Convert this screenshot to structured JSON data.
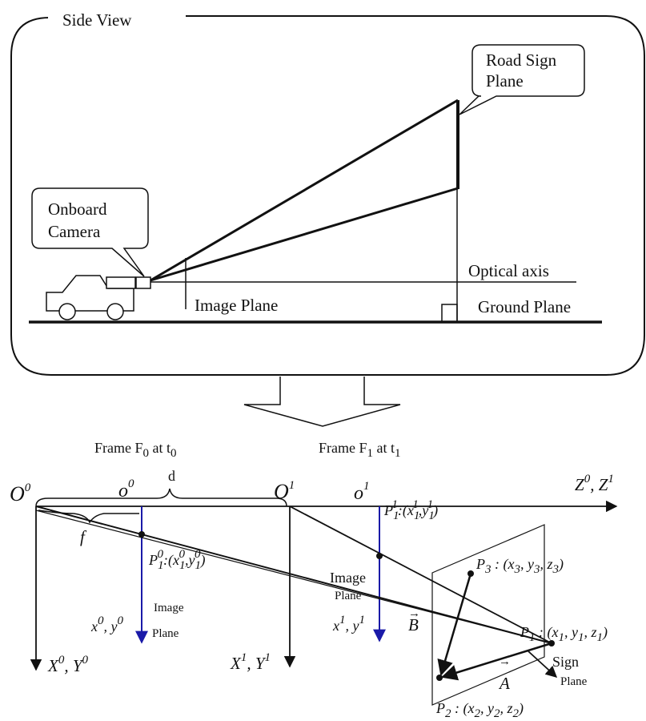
{
  "side_view": {
    "title": "Side View",
    "road_sign_line1": "Road Sign",
    "road_sign_line2": "Plane",
    "camera_line1": "Onboard",
    "camera_line2": "Camera",
    "optical_axis": "Optical axis",
    "image_plane": "Image Plane",
    "ground_plane": "Ground Plane"
  },
  "geometry": {
    "frame0_prefix": "Frame F",
    "frame0_sub": "0",
    "frame0_at": " at t",
    "frame0_tsub": "0",
    "frame1_prefix": "Frame F",
    "frame1_sub": "1",
    "frame1_at": " at t",
    "frame1_tsub": "1",
    "O0_base": "O",
    "O0_sup": "0",
    "o0_base": "o",
    "o0_sup": "0",
    "d_label": "d",
    "O1_base": "O",
    "O1_sup": "1",
    "o1_base": "o",
    "o1_sup": "1",
    "axis_Z": "Z",
    "axis_Z_sup0": "0",
    "axis_sep": ", ",
    "axis_Z_sup1": "1",
    "f_label": "f",
    "P01_label": "P",
    "P01_sub": "1",
    "P01_sup": "0",
    "P01_coords": ":(x",
    "P01_x_sub": "1",
    "P01_x_sup": "0",
    "P01_comma": ",y",
    "P01_y_sub": "1",
    "P01_y_sup": "0",
    "P01_close": ")",
    "P11_label": "P",
    "P11_sub": "1",
    "P11_sup": "1",
    "P11_coords": ":(x",
    "P11_x_sub": "1",
    "P11_x_sup": "1",
    "P11_comma": ",y",
    "P11_y_sub": "1",
    "P11_y_sup": "1",
    "P11_close": ")",
    "img0_line1": "Image",
    "img0_line2": "Plane",
    "img1_line1": "Image",
    "img1_line2": "Plane",
    "x0y0_x": "x",
    "x0y0_xsup": "0",
    "x0y0_sep": ", y",
    "x0y0_ysup": "0",
    "x1y1_x": "x",
    "x1y1_xsup": "1",
    "x1y1_sep": ", y",
    "x1y1_ysup": "1",
    "X0Y0_X": "X",
    "X0Y0_Xsup": "0",
    "X0Y0_sep": ", Y",
    "X0Y0_Ysup": "0",
    "X1Y1_X": "X",
    "X1Y1_Xsup": "1",
    "X1Y1_sep": ", Y",
    "X1Y1_Ysup": "1",
    "P3": "P",
    "P3_sub": "3",
    "P3_coords": " : (x",
    "P3_xs": "3",
    "P3_y": ", y",
    "P3_ys": "3",
    "P3_z": ", z",
    "P3_zs": "3",
    "P3_close": ")",
    "P1": "P",
    "P1_sub": "1",
    "P1_coords": " : (x",
    "P1_xs": "1",
    "P1_y": ", y",
    "P1_ys": "1",
    "P1_z": ", z",
    "P1_zs": "1",
    "P1_close": ")",
    "P2": "P",
    "P2_sub": "2",
    "P2_coords": " : (x",
    "P2_xs": "2",
    "P2_y": ", y",
    "P2_ys": "2",
    "P2_z": ", z",
    "P2_zs": "2",
    "P2_close": ")",
    "vec_B": "B",
    "vec_A": "A",
    "vec_arrow": "→",
    "sign_line1": "Sign",
    "sign_line2": "Plane"
  },
  "colors": {
    "ink": "#111111",
    "image_axis": "#1a1aa8",
    "background": "#ffffff"
  }
}
